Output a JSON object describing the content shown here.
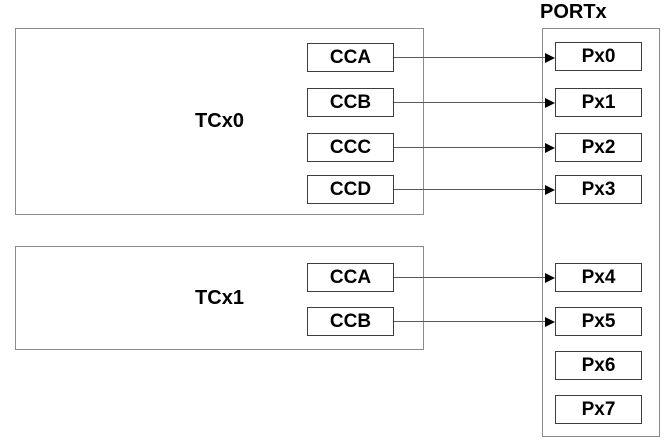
{
  "figure": {
    "port": {
      "title": "PORTx",
      "pins": [
        "Px0",
        "Px1",
        "Px2",
        "Px3",
        "Px4",
        "Px5",
        "Px6",
        "Px7"
      ]
    },
    "timers": [
      {
        "label": "TCx0",
        "channels": [
          "CCA",
          "CCB",
          "CCC",
          "CCD"
        ]
      },
      {
        "label": "TCx1",
        "channels": [
          "CCA",
          "CCB"
        ]
      }
    ],
    "connections": [
      {
        "from": "TCx0.CCA",
        "to": "Px0"
      },
      {
        "from": "TCx0.CCB",
        "to": "Px1"
      },
      {
        "from": "TCx0.CCC",
        "to": "Px2"
      },
      {
        "from": "TCx0.CCD",
        "to": "Px3"
      },
      {
        "from": "TCx1.CCA",
        "to": "Px4"
      },
      {
        "from": "TCx1.CCB",
        "to": "Px5"
      }
    ],
    "colors": {
      "background": "#ffffff",
      "text": "#000000",
      "outer_box_border": "#8a8a8a",
      "inner_box_border": "#3d3d3d",
      "arrow_line": "#5a5a5a",
      "arrow_head": "#000000"
    }
  }
}
